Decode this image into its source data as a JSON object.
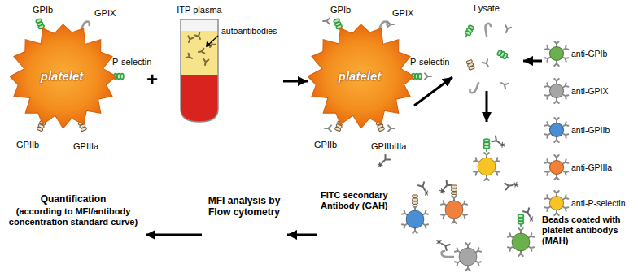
{
  "diagram": {
    "nodes": [
      {
        "text": [
          "platelet"
        ]
      },
      {
        "text": [
          "ITP plasma",
          "autoantibodies"
        ]
      },
      {
        "text": [
          "platelet"
        ]
      },
      {
        "text": [
          "Lysate"
        ]
      },
      {
        "text": [
          "Beads coated with platelet antibodys (MAH)"
        ]
      },
      {
        "text": [
          "FITC secondary Antibody (GAH)"
        ]
      },
      {
        "text": [
          "MFI analysis by Flow cytometry"
        ]
      },
      {
        "text": [
          "Quantification",
          "(according to MFI/antibody concentration standard curve)"
        ]
      }
    ],
    "edges": [
      {
        "from": 1,
        "to": 2,
        "arrow": "to"
      },
      {
        "from": 2,
        "to": 3,
        "arrow": "to"
      },
      {
        "from": 4,
        "to": 3,
        "arrow": "to"
      },
      {
        "from": 3,
        "to": 5,
        "arrow": "to"
      },
      {
        "from": 5,
        "to": 6,
        "arrow": "to"
      },
      {
        "from": 6,
        "to": 7,
        "arrow": "to"
      }
    ],
    "labels": [
      "GPIb",
      "GPIX",
      "P-selectin",
      "GPIIb",
      "GPIIIa",
      "+",
      "GPIb",
      "GPIX",
      "P-selectin",
      "GPIIb",
      "GPIIbIIIa"
    ],
    "legend": [
      {
        "text": "anti-GPIb",
        "color": "#6ab04c"
      },
      {
        "text": "anti-GPIX",
        "color": "#a6a6a6"
      },
      {
        "text": "anti-GPIIb",
        "color": "#4a8fd4"
      },
      {
        "text": "anti-GPIIIa",
        "color": "#f0803a"
      },
      {
        "text": "anti-P-selectin",
        "color": "#f7c325"
      }
    ]
  }
}
